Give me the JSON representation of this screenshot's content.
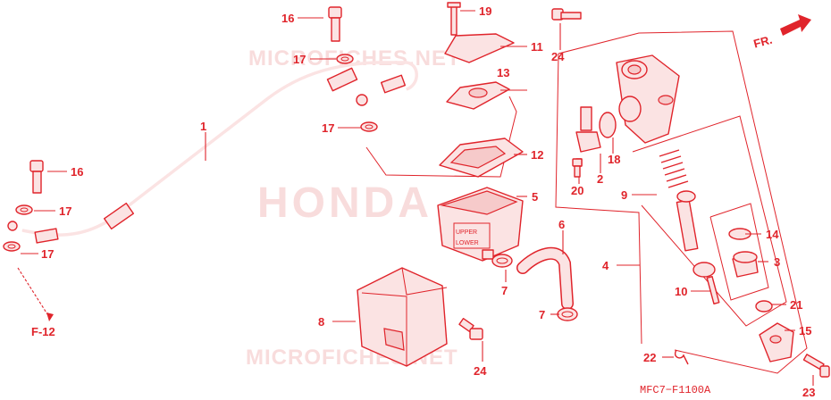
{
  "watermarks": {
    "top": "MICROFICHES.NET",
    "brand": "HONDA",
    "bottom": "MICROFICHES.NET"
  },
  "direction": "FR.",
  "reference": "F-12",
  "diagram_code": "MFC7−F1100A",
  "reservoir_marks": {
    "upper": "UPPER",
    "lower": "LOWER"
  },
  "callouts": {
    "c1": "1",
    "c2": "2",
    "c3": "3",
    "c4": "4",
    "c5": "5",
    "c6": "6",
    "c7a": "7",
    "c7b": "7",
    "c8": "8",
    "c9": "9",
    "c10": "10",
    "c11": "11",
    "c12": "12",
    "c13": "13",
    "c14": "14",
    "c15": "15",
    "c16a": "16",
    "c16b": "16",
    "c17a": "17",
    "c17b": "17",
    "c17c": "17",
    "c17d": "17",
    "c18": "18",
    "c19": "19",
    "c20": "20",
    "c21": "21",
    "c22": "22",
    "c23": "23",
    "c24a": "24",
    "c24b": "24"
  },
  "colors": {
    "line": "#e0242b",
    "fill": "#fbe3e3",
    "watermark": "#f4c0c0"
  }
}
